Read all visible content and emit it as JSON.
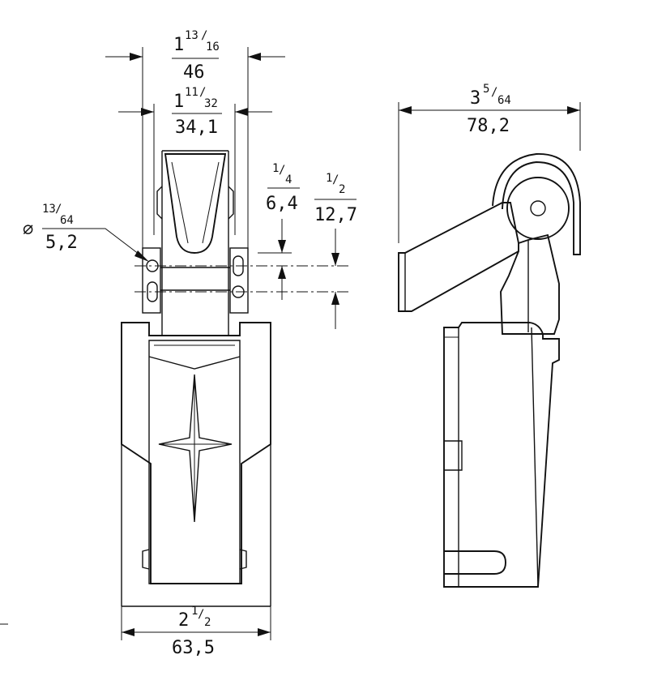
{
  "dimensions": {
    "top_outer": {
      "imperial_whole": "1",
      "imperial_num": "13",
      "imperial_den": "16",
      "metric": "46"
    },
    "top_inner": {
      "imperial_whole": "1",
      "imperial_num": "11",
      "imperial_den": "32",
      "metric": "34,1"
    },
    "hole_diameter": {
      "symbol": "⌀",
      "imperial_num": "13",
      "imperial_den": "64",
      "metric": "5,2"
    },
    "slot_offset_small": {
      "imperial_num": "1",
      "imperial_den": "4",
      "metric": "6,4"
    },
    "slot_offset_large": {
      "imperial_num": "1",
      "imperial_den": "2",
      "metric": "12,7"
    },
    "side_width": {
      "imperial_whole": "3",
      "imperial_num": "5",
      "imperial_den": "64",
      "metric": "78,2"
    },
    "base_width": {
      "imperial_whole": "2",
      "imperial_num": "1",
      "imperial_den": "2",
      "metric": "63,5"
    }
  }
}
